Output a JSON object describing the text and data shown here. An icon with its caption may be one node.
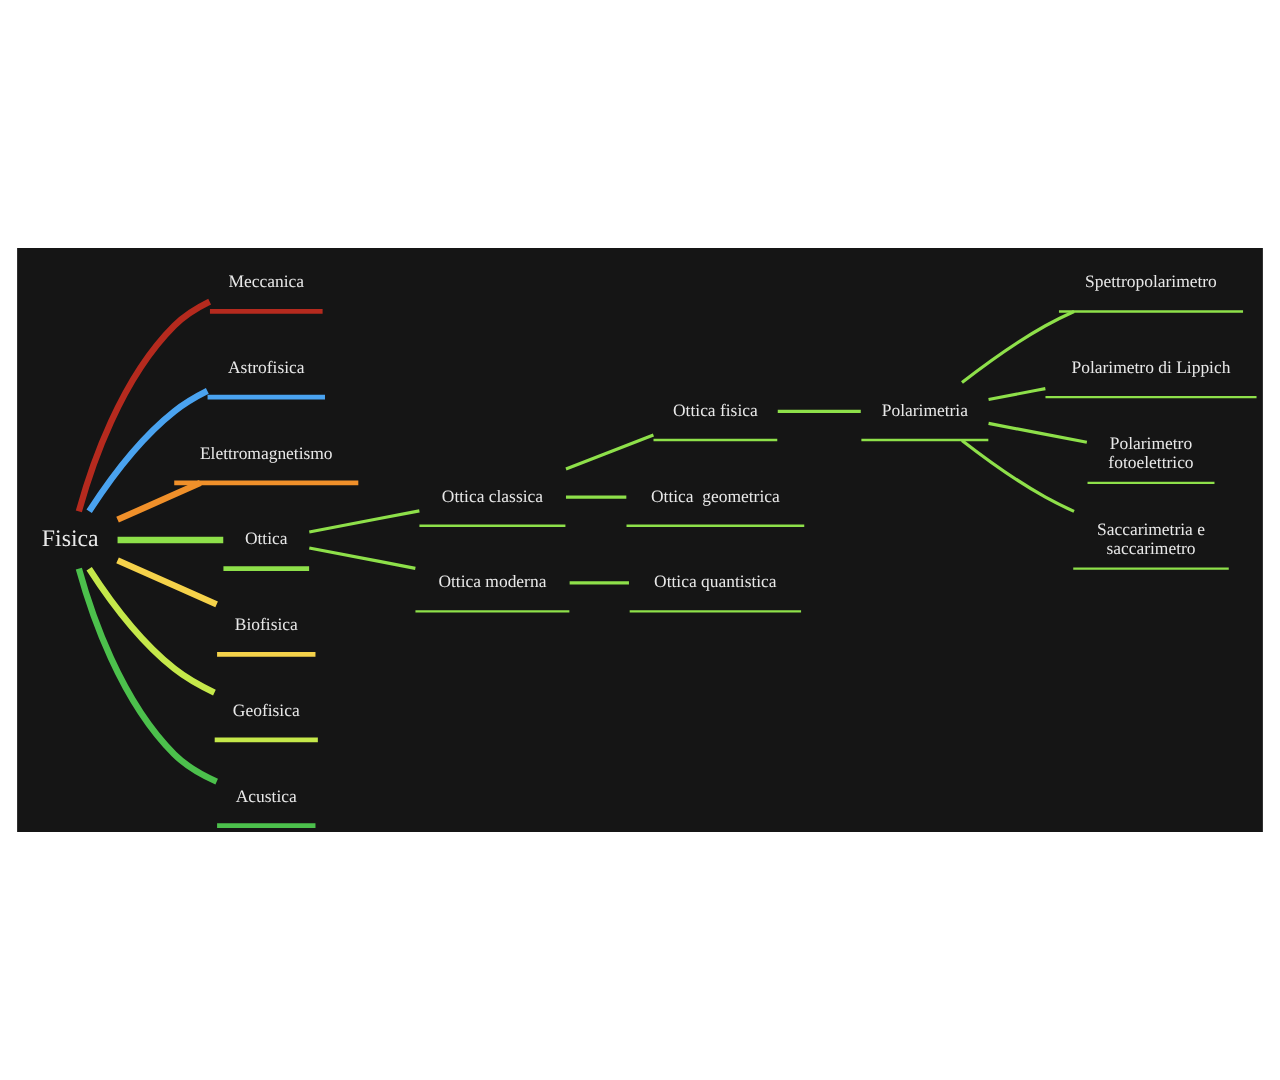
{
  "diagram": {
    "nodes": [
      {
        "text": [
          "Fisica"
        ]
      },
      {
        "text": [
          "Meccanica"
        ]
      },
      {
        "text": [
          "Astrofisica"
        ]
      },
      {
        "text": [
          "Elettromagnetismo"
        ]
      },
      {
        "text": [
          "Ottica"
        ]
      },
      {
        "text": [
          "Biofisica"
        ]
      },
      {
        "text": [
          "Geofisica"
        ]
      },
      {
        "text": [
          "Acustica"
        ]
      },
      {
        "text": [
          "Ottica classica"
        ]
      },
      {
        "text": [
          "Ottica moderna"
        ]
      },
      {
        "text": [
          "Ottica fisica"
        ]
      },
      {
        "text": [
          "Ottica  geometrica"
        ]
      },
      {
        "text": [
          "Ottica quantistica"
        ]
      },
      {
        "text": [
          "Polarimetria"
        ]
      },
      {
        "text": [
          "Spettropolarimetro"
        ]
      },
      {
        "text": [
          "Polarimetro di Lippich"
        ]
      },
      {
        "text": [
          "Polarimetro fotoelettrico"
        ]
      },
      {
        "text": [
          "Saccarimetria e saccarimetro"
        ]
      }
    ],
    "edges": [
      {
        "from": 0,
        "to": 1,
        "arrow": "none",
        "style": "thick",
        "color": "#b52a1e"
      },
      {
        "from": 0,
        "to": 2,
        "arrow": "none",
        "style": "thick",
        "color": "#4aa3f0"
      },
      {
        "from": 0,
        "to": 3,
        "arrow": "none",
        "style": "thick",
        "color": "#f0902a"
      },
      {
        "from": 0,
        "to": 4,
        "arrow": "none",
        "style": "thick"
      },
      {
        "from": 0,
        "to": 5,
        "arrow": "none",
        "style": "thick",
        "color": "#f5d24a"
      },
      {
        "from": 0,
        "to": 6,
        "arrow": "none",
        "style": "thick",
        "color": "#c5e84a"
      },
      {
        "from": 0,
        "to": 7,
        "arrow": "none",
        "style": "thick",
        "color": "#4cc04c"
      },
      {
        "from": 4,
        "to": 8,
        "arrow": "none"
      },
      {
        "from": 4,
        "to": 9,
        "arrow": "none"
      },
      {
        "from": 8,
        "to": 10,
        "arrow": "none"
      },
      {
        "from": 8,
        "to": 11,
        "arrow": "none"
      },
      {
        "from": 9,
        "to": 12,
        "arrow": "none"
      },
      {
        "from": 10,
        "to": 13,
        "arrow": "none"
      },
      {
        "from": 13,
        "to": 14,
        "arrow": "none"
      },
      {
        "from": 13,
        "to": 15,
        "arrow": "none"
      },
      {
        "from": 13,
        "to": 16,
        "arrow": "none"
      },
      {
        "from": 13,
        "to": 17,
        "arrow": "none"
      }
    ]
  }
}
